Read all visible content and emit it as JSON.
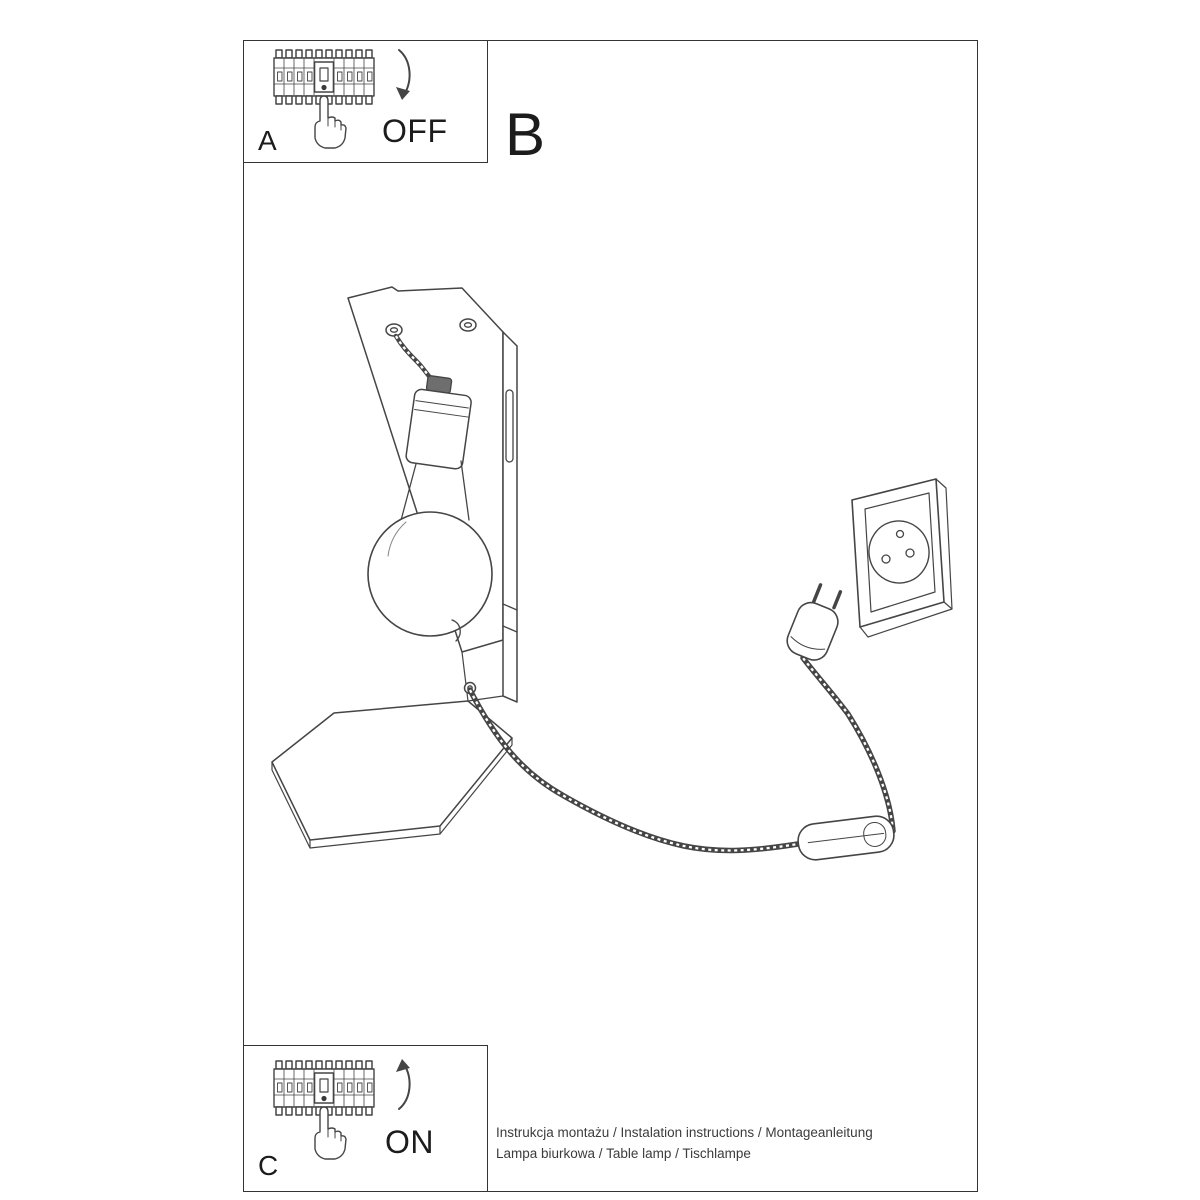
{
  "panels": {
    "a": {
      "letter": "A",
      "action": "OFF"
    },
    "b": {
      "letter": "B"
    },
    "c": {
      "letter": "C",
      "action": "ON"
    }
  },
  "footer": {
    "line1": "Instrukcja montażu / Instalation instructions / Montageanleitung",
    "line2": "Lampa biurkowa / Table lamp / Tischlampe"
  },
  "colors": {
    "background": "#ffffff",
    "line": "#454545",
    "border": "#343434",
    "text": "#1c1c1c"
  },
  "icons": {
    "breaker": "circuit-breaker-panel-icon",
    "hand": "pointing-hand-icon",
    "arrow_down": "curved-arrow-down-icon",
    "arrow_up": "curved-arrow-up-icon",
    "lamp": "table-lamp-drawing",
    "cord": "power-cord",
    "switch": "inline-switch",
    "plug": "power-plug",
    "outlet": "wall-outlet"
  }
}
